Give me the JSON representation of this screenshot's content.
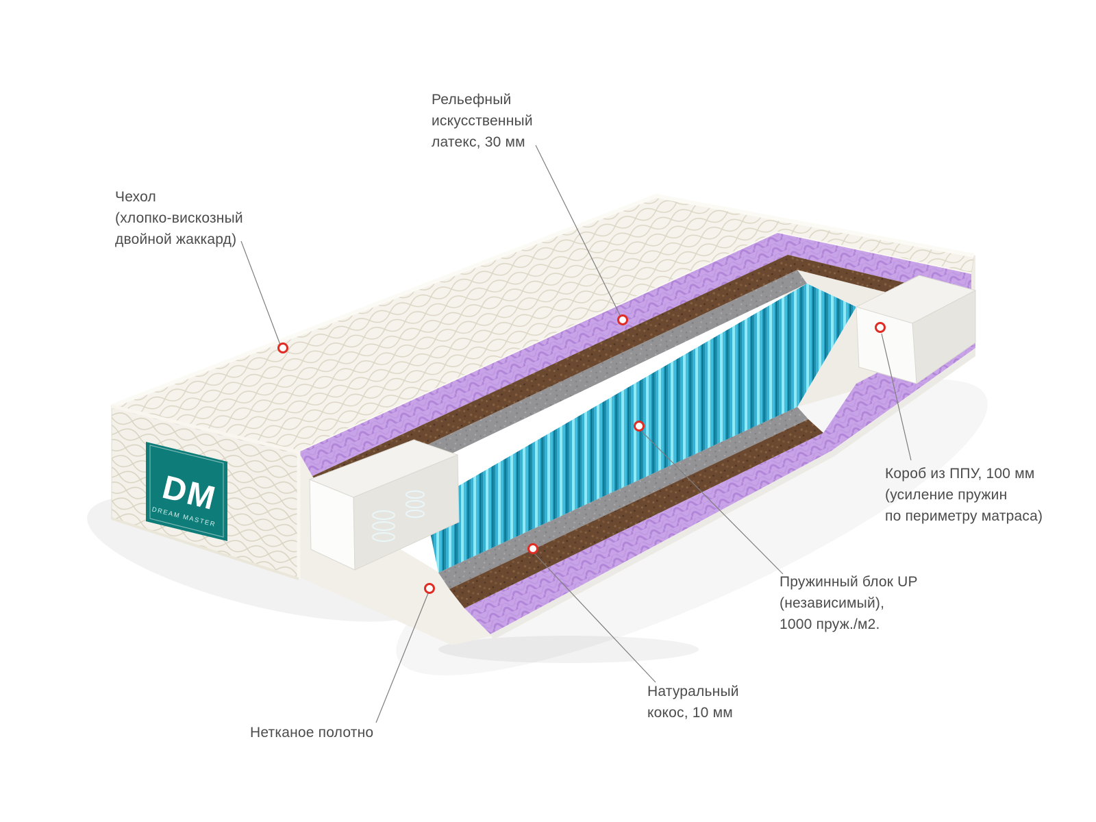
{
  "labels": {
    "latex": "Рельефный\nискусственный\nлатекс, 30 мм",
    "cover": "Чехол\n(хлопко-вискозный\nдвойной жаккард)",
    "ppu_box": "Короб из ППУ, 100 мм\n(усиление пружин\nпо периметру матраса)",
    "spring_block": "Пружинный блок UP\n(независимый),\n1000 пруж./м2.",
    "coco": "Натуральный\nкокос, 10 мм",
    "nonwoven": "Нетканое полотно"
  },
  "brand": {
    "logo_main": "DM",
    "logo_sub": "DREAM MASTER"
  },
  "colors": {
    "marker_red": "#df2c25",
    "brand_teal": "#0e7c78",
    "cover_ivory": "#f5f3ec",
    "latex_purple": "#c9a3e8",
    "coco_brown": "#6b4830",
    "felt_gray": "#939395",
    "springs_blue": "#3cb4d6",
    "label_text": "#4b4b4b"
  }
}
